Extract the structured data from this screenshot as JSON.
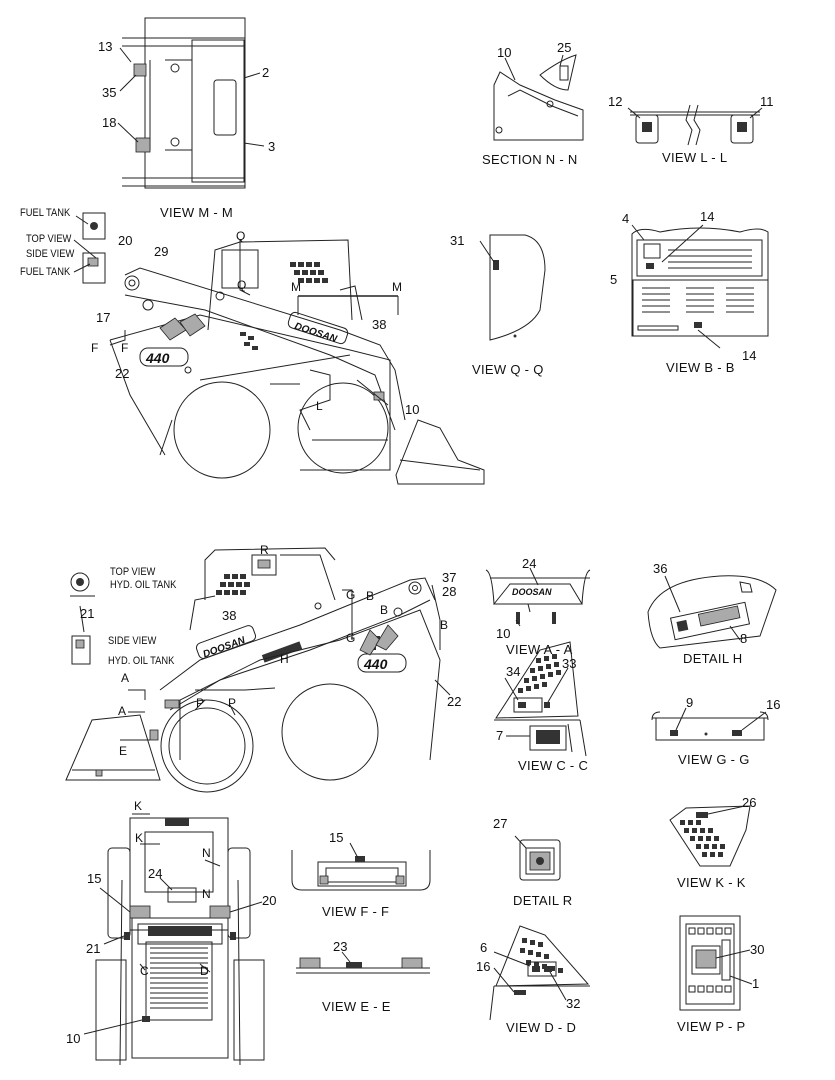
{
  "views": {
    "mm": "VIEW  M - M",
    "nn": "SECTION N - N",
    "ll": "VIEW  L - L",
    "qq": "VIEW  Q - Q",
    "bb": "VIEW  B - B",
    "aa": "VIEW  A - A",
    "h": "DETAIL  H",
    "cc": "VIEW  C - C",
    "gg": "VIEW  G - G",
    "ff": "VIEW  F - F",
    "r": "DETAIL  R",
    "kk": "VIEW  K - K",
    "ee": "VIEW  E - E",
    "dd": "VIEW  D - D",
    "pp": "VIEW  P - P"
  },
  "notes": {
    "fuel_tank_top": "FUEL TANK",
    "top_view_1": "TOP VIEW",
    "side_view_1": "SIDE VIEW",
    "fuel_tank_bottom": "FUEL TANK",
    "top_view_2": "TOP VIEW",
    "hyd_oil_tank_1": "HYD. OIL TANK",
    "side_view_2": "SIDE VIEW",
    "hyd_oil_tank_2": "HYD. OIL TANK"
  },
  "brand": {
    "doosan": "DOOSAN",
    "model": "440"
  },
  "callouts": {
    "c13": "13",
    "c35": "35",
    "c18": "18",
    "c2": "2",
    "c3": "3",
    "c10a": "10",
    "c25": "25",
    "c12": "12",
    "c11": "11",
    "c20a": "20",
    "c29": "29",
    "c17": "17",
    "c22a": "22",
    "c38a": "38",
    "c10b": "10",
    "c31": "31",
    "c4": "4",
    "c14a": "14",
    "c5": "5",
    "c14b": "14",
    "c21a": "21",
    "c38b": "38",
    "c37": "37",
    "c28": "28",
    "c22b": "22",
    "c24a": "24",
    "c10c": "10",
    "c36": "36",
    "c8": "8",
    "c34": "34",
    "c33": "33",
    "c7": "7",
    "c9": "9",
    "c16a": "16",
    "c15a": "15",
    "c27": "27",
    "c26": "26",
    "c15b": "15",
    "c24b": "24",
    "c20b": "20",
    "c21b": "21",
    "c10d": "10",
    "c23": "23",
    "c6": "6",
    "c16b": "16",
    "c32": "32",
    "c30": "30",
    "c1": "1"
  },
  "section_marks": {
    "q1": "Q",
    "q2": "Q",
    "m1": "M",
    "m2": "M",
    "f1": "F",
    "f2": "F",
    "l": "L",
    "r": "R",
    "g1": "G",
    "g2": "G",
    "b1": "B",
    "b2": "B",
    "b3": "B",
    "h": "H",
    "a1": "A",
    "a2": "A",
    "p1": "P",
    "p2": "P",
    "e": "E",
    "k1": "K",
    "k2": "K",
    "n1": "N",
    "n2": "N",
    "c": "C",
    "d": "D"
  }
}
